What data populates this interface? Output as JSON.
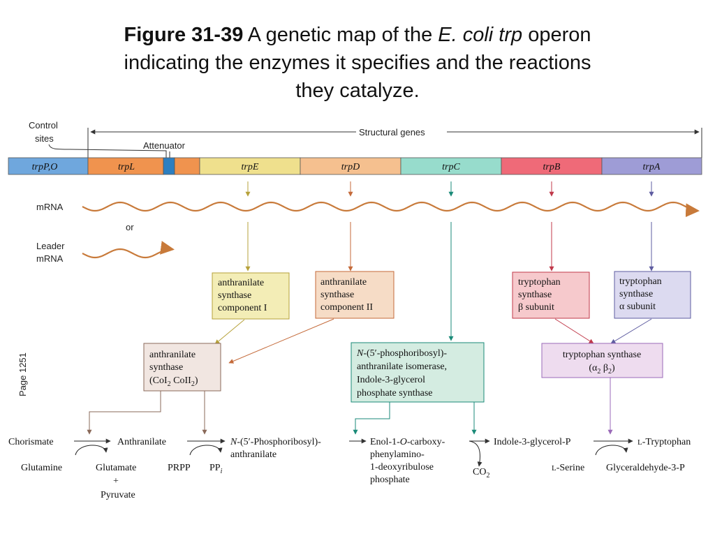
{
  "title": {
    "figure_label": "Figure 31-39",
    "caption_part1": "A genetic map of the",
    "caption_italic": "E. coli trp",
    "caption_part2": "operon",
    "caption_line2": "indicating the enzymes it specifies and the reactions",
    "caption_line3": "they catalyze."
  },
  "side_label": "Page 1251",
  "labels": {
    "control_sites_1": "Control",
    "control_sites_2": "sites",
    "attenuator": "Attenuator",
    "structural_genes": "Structural genes",
    "mrna": "mRNA",
    "or": "or",
    "leader_1": "Leader",
    "leader_2": "mRNA"
  },
  "genes": [
    {
      "name": "trpP,O",
      "color": "#6fa7dd"
    },
    {
      "name": "trpL",
      "color": "#f0934e"
    },
    {
      "name": "trpE",
      "color": "#efe08d"
    },
    {
      "name": "trpD",
      "color": "#f5c08f"
    },
    {
      "name": "trpC",
      "color": "#97dccc"
    },
    {
      "name": "trpB",
      "color": "#ef6a78"
    },
    {
      "name": "trpA",
      "color": "#9e9cd6"
    }
  ],
  "boxes": {
    "asI": [
      "anthranilate",
      "synthase",
      "component I"
    ],
    "asII": [
      "anthranilate",
      "synthase",
      "component II"
    ],
    "tsb": [
      "tryptophan",
      "synthase",
      "β subunit"
    ],
    "tsa": [
      "tryptophan",
      "synthase",
      "α subunit"
    ],
    "as_complex": [
      "anthranilate",
      "synthase",
      "(CoI",
      "2",
      " CoII",
      "2",
      ")"
    ],
    "prai_n": "N",
    "prai_line1_rest": "-(5′-phosphoribosyl)-",
    "prai_line2": "anthranilate isomerase,",
    "prai_line3": "Indole-3-glycerol",
    "prai_line4": "phosphate synthase",
    "ts_complex_1": "tryptophan synthase",
    "ts_complex_2": "(α",
    "ts_complex_3": "2",
    "ts_complex_4": " β",
    "ts_complex_5": "2",
    "ts_complex_6": ")"
  },
  "reaction": {
    "chorismate": "Chorismate",
    "glutamine": "Glutamine",
    "glutamate": "Glutamate",
    "plus": "+",
    "pyruvate": "Pyruvate",
    "anthranilate": "Anthranilate",
    "prpp": "PRPP",
    "ppi_base": "PP",
    "ppi_sub": "i",
    "npra_n": "N",
    "npra_rest": "-(5′-Phosphoribosyl)-",
    "npra_line2": "anthranilate",
    "enol_line1_a": "Enol-1-",
    "enol_line1_o": "O",
    "enol_line1_b": "-carboxy-",
    "enol_line2": "phenylamino-",
    "enol_line3": "1-deoxyribulose",
    "enol_line4": "phosphate",
    "co2_base": "CO",
    "co2_sub": "2",
    "igp": "Indole-3-glycerol-P",
    "ltrp_prefix": "L",
    "ltrp_rest": "-Tryptophan",
    "lser_prefix": "L",
    "lser_rest": "-Serine",
    "g3p": "Glyceraldehyde-3-P"
  }
}
